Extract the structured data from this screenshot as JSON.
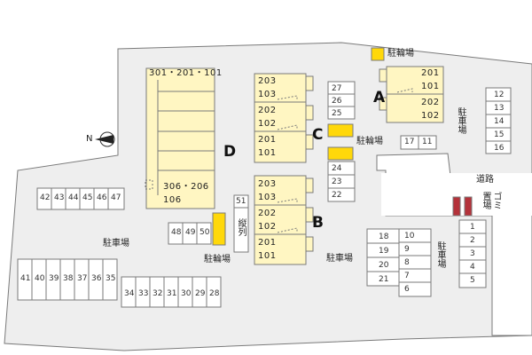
{
  "colors": {
    "background": "#ffffff",
    "ground": "#eeeeee",
    "outline": "#7a7a7a",
    "unit_yellow": "#fff6c2",
    "bike_yellow": "#ffd80a",
    "garbage_red": "#b4323a",
    "road": "#ffffff"
  },
  "north_symbol": {
    "label": "N",
    "icon": "compass-arrow-icon"
  },
  "buildings": {
    "A": {
      "letter": "A",
      "rows": [
        [
          "201",
          "101"
        ],
        [
          "202",
          "102"
        ]
      ]
    },
    "B": {
      "letter": "B",
      "rows": [
        [
          "203",
          "103"
        ],
        [
          "202",
          "102"
        ],
        [
          "201",
          "101"
        ]
      ]
    },
    "C": {
      "letter": "C",
      "rows": [
        [
          "203",
          "103"
        ],
        [
          "202",
          "102"
        ],
        [
          "201",
          "101"
        ]
      ]
    },
    "D": {
      "letter": "D",
      "top_label": "301・201・101",
      "bottom_label": "306・206",
      "bottom_label2": "106"
    }
  },
  "labels": {
    "bicycle_parking": "駐輪場",
    "parking": "駐車場",
    "road": "道路",
    "garbage": "ゴミ置場",
    "tandem": "縦列"
  },
  "parking_spaces": {
    "col_27_22": [
      "27",
      "26",
      "25",
      "24",
      "23",
      "22"
    ],
    "row_17_11": [
      "17",
      "11"
    ],
    "col_12_16": [
      "12",
      "13",
      "14",
      "15",
      "16"
    ],
    "row_42_47": [
      "42",
      "43",
      "44",
      "45",
      "46",
      "47"
    ],
    "row_48_50": [
      "48",
      "49",
      "50"
    ],
    "single_51": "51",
    "row_41_35": [
      "41",
      "40",
      "39",
      "38",
      "37",
      "36",
      "35"
    ],
    "row_34_28": [
      "34",
      "33",
      "32",
      "31",
      "30",
      "29",
      "28"
    ],
    "grid_18_21": [
      "18",
      "19",
      "20",
      "21"
    ],
    "grid_10_6": [
      "10",
      "9",
      "8",
      "7",
      "6"
    ],
    "col_1_5": [
      "1",
      "2",
      "3",
      "4",
      "5"
    ]
  }
}
